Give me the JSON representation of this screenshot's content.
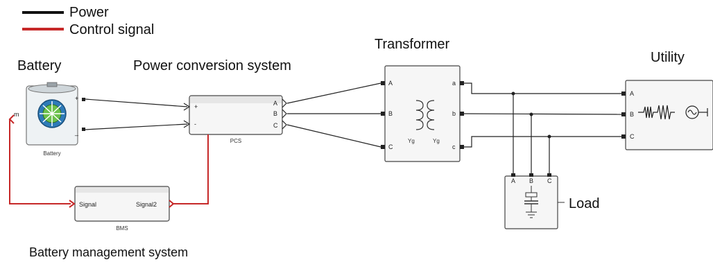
{
  "legend": {
    "items": [
      {
        "label": "Power",
        "color": "#111111"
      },
      {
        "label": "Control signal",
        "color": "#c62828"
      }
    ]
  },
  "captions": {
    "battery": "Battery",
    "pcs": "Power conversion system",
    "transformer": "Transformer",
    "utility": "Utility",
    "load": "Load",
    "bms": "Battery management system"
  },
  "blocks": {
    "battery": {
      "name": "Battery",
      "ports": {
        "plus": "+",
        "minus": "_",
        "m": "m"
      }
    },
    "pcs": {
      "name": "PCS",
      "ports": {
        "plus": "+",
        "minus": "-",
        "a": "A",
        "b": "B",
        "c": "C"
      }
    },
    "transformer": {
      "ports": {
        "a_in": "A",
        "b_in": "B",
        "c_in": "C",
        "a_out": "a",
        "b_out": "b",
        "c_out": "c"
      },
      "winding_left": "Yg",
      "winding_right": "Yg"
    },
    "utility": {
      "ports": {
        "a": "A",
        "b": "B",
        "c": "C"
      }
    },
    "load": {
      "ports": {
        "a": "A",
        "b": "B",
        "c": "C"
      }
    },
    "bms": {
      "name": "BMS",
      "ports": {
        "in": "Signal",
        "out": "Signal2"
      }
    }
  },
  "colors": {
    "power": "#111111",
    "control": "#c62828"
  }
}
